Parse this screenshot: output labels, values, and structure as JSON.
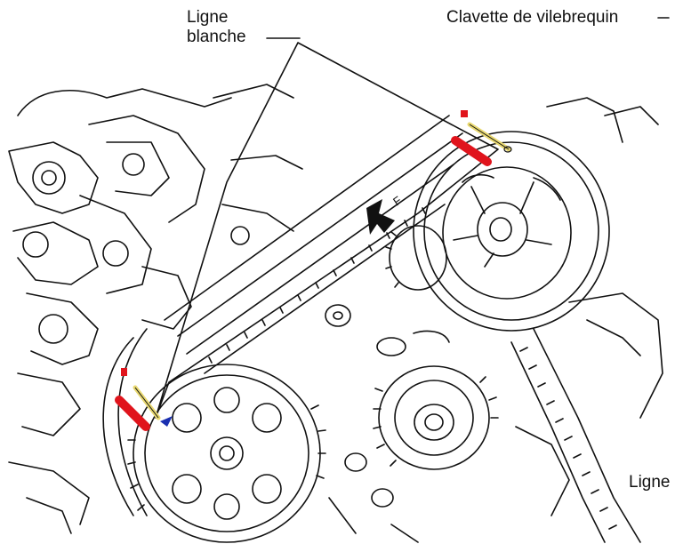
{
  "labels": {
    "ligne_blanche_line1": "Ligne",
    "ligne_blanche_line2": "blanche",
    "clavette": "Clavette de vilebrequin",
    "ligne_bottom": "Ligne"
  },
  "colors": {
    "line": "#111111",
    "mark_red": "#e0141c",
    "mark_yellow": "#e8d870",
    "arrow_blue": "#1a2fb0"
  },
  "icons": {
    "direction_arrow": "arrow-down-left-icon",
    "blue_pointer": "triangle-pointer-icon"
  }
}
